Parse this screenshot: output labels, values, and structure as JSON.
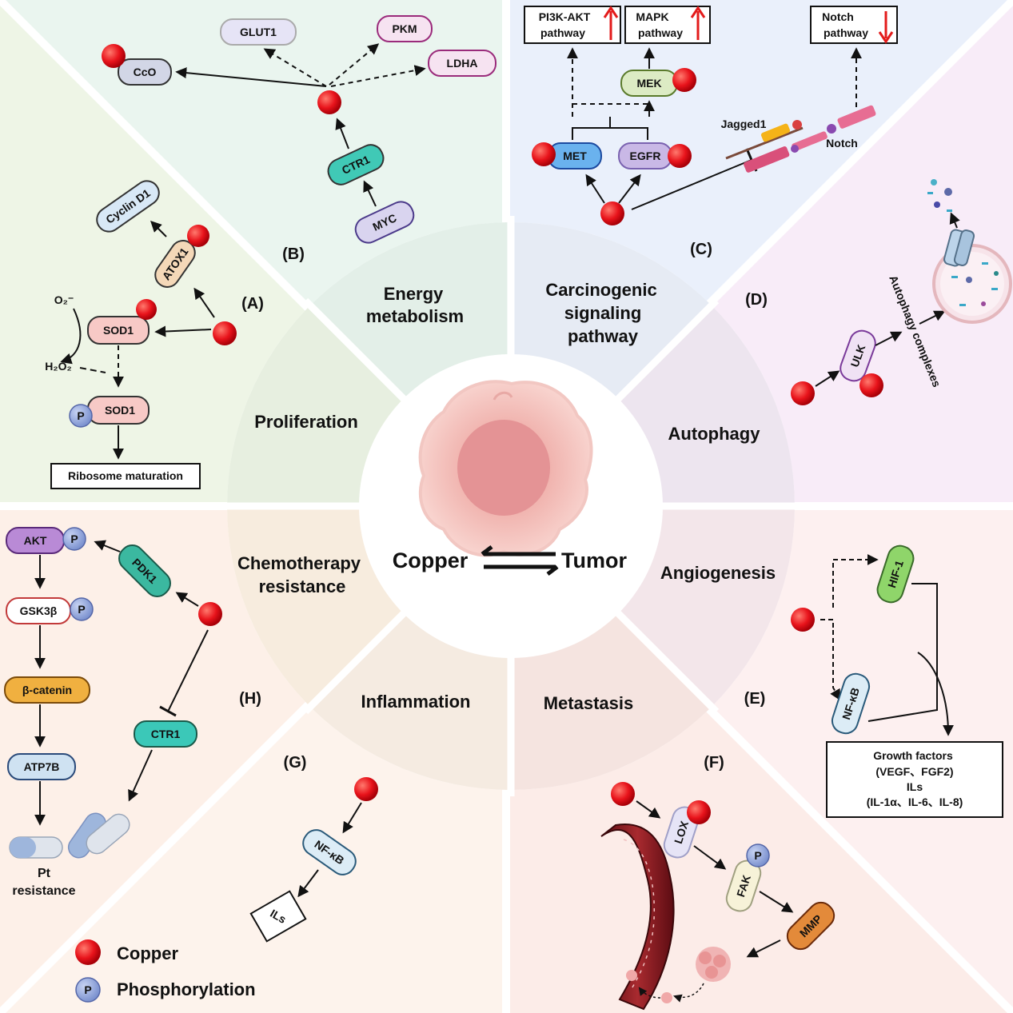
{
  "center": {
    "left": "Copper",
    "right": "Tumor"
  },
  "sectors": {
    "energy": [
      "Energy",
      "metabolism"
    ],
    "carcinogenic": [
      "Carcinogenic",
      "signaling",
      "pathway"
    ],
    "proliferation": "Proliferation",
    "autophagy": "Autophagy",
    "chemo": [
      "Chemotherapy",
      "resistance"
    ],
    "angiogenesis": "Angiogenesis",
    "inflammation": "Inflammation",
    "metastasis": "Metastasis"
  },
  "panel_labels": {
    "A": "(A)",
    "B": "(B)",
    "C": "(C)",
    "D": "(D)",
    "E": "(E)",
    "F": "(F)",
    "G": "(G)",
    "H": "(H)"
  },
  "panelA": {
    "cyclin": "Cyclin D1",
    "atox1": "ATOX1",
    "sod1": "SOD1",
    "sod1p": "SOD1",
    "o2": "O₂⁻",
    "h2o2": "H₂O₂",
    "ribosome": "Ribosome maturation"
  },
  "panelB": {
    "glut1": "GLUT1",
    "pkm": "PKM",
    "ldha": "LDHA",
    "cco": "CcO",
    "ctr1": "CTR1",
    "myc": "MYC"
  },
  "panelC": {
    "pi3k": [
      "PI3K-AKT",
      "pathway"
    ],
    "mapk": [
      "MAPK",
      "pathway"
    ],
    "notch_path": [
      "Notch",
      "pathway"
    ],
    "mek": "MEK",
    "met": "MET",
    "egfr": "EGFR",
    "jagged": "Jagged1",
    "notch": "Notch"
  },
  "panelD": {
    "ulk": "ULK",
    "complexes": "Autophagy complexes"
  },
  "panelE": {
    "hif": "HIF-1",
    "nfkb": "NF-κB",
    "box": [
      "Growth factors",
      "(VEGF、FGF2)",
      "ILs",
      "(IL-1α、IL-6、IL-8)"
    ]
  },
  "panelF": {
    "lox": "LOX",
    "fak": "FAK",
    "mmp": "MMP"
  },
  "panelG": {
    "nfkb": "NF-κB",
    "ils": "ILs"
  },
  "panelH": {
    "akt": "AKT",
    "gsk": "GSK3β",
    "bcat": "β-catenin",
    "atp7b": "ATP7B",
    "pdk1": "PDK1",
    "ctr1": "CTR1",
    "pt": [
      "Pt",
      "resistance"
    ]
  },
  "phospho": "P",
  "legend": {
    "copper": "Copper",
    "phospho": "Phosphorylation"
  },
  "colors": {
    "copper": "#e8131b",
    "phospho": "#8fa3d8",
    "arrow": "#111111"
  }
}
